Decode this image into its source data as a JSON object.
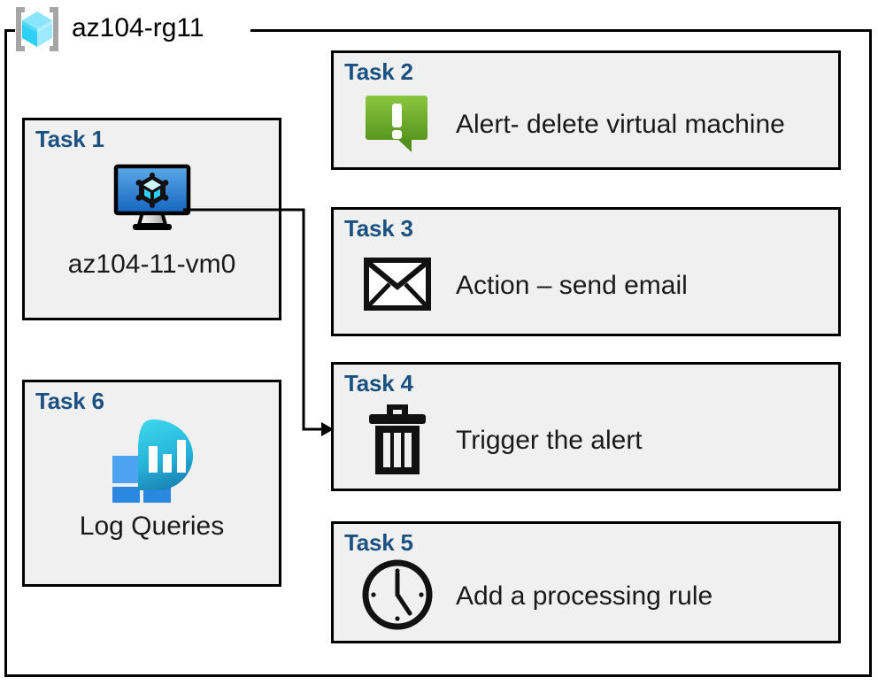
{
  "resource_group": {
    "title": "az104-rg11",
    "icon": "resource-group-cube-icon"
  },
  "colors": {
    "task_label": "#1a5180",
    "card_background": "#f0f0f0",
    "border": "#000000",
    "alert_green_light": "#84c44a",
    "alert_green_dark": "#5b9b2c",
    "vm_blue_light": "#5ca9e8",
    "vm_blue_dark": "#1565c0",
    "log_cyan": "#32cbe8",
    "log_teal": "#1a84b8",
    "log_square_light": "#4da3f0",
    "log_square_dark": "#2b88e0"
  },
  "tasks": [
    {
      "id": "task-1",
      "label": "Task 1",
      "text": "az104-11-vm0",
      "icon": "virtual-machine-icon",
      "layout": "vertical"
    },
    {
      "id": "task-2",
      "label": "Task 2",
      "text": "Alert- delete virtual machine",
      "icon": "alert-callout-icon",
      "layout": "horizontal"
    },
    {
      "id": "task-3",
      "label": "Task 3",
      "text": "Action – send email",
      "icon": "envelope-icon",
      "layout": "horizontal"
    },
    {
      "id": "task-4",
      "label": "Task 4",
      "text": "Trigger the alert",
      "icon": "trash-can-icon",
      "layout": "horizontal"
    },
    {
      "id": "task-5",
      "label": "Task 5",
      "text": "Add a processing rule",
      "icon": "clock-icon",
      "layout": "horizontal"
    },
    {
      "id": "task-6",
      "label": "Task 6",
      "text": "Log Queries",
      "icon": "log-analytics-icon",
      "layout": "vertical"
    }
  ],
  "connector": {
    "from": "task-1-virtual-machine-icon",
    "to": "task-4",
    "arrow": "arrowhead-right"
  }
}
